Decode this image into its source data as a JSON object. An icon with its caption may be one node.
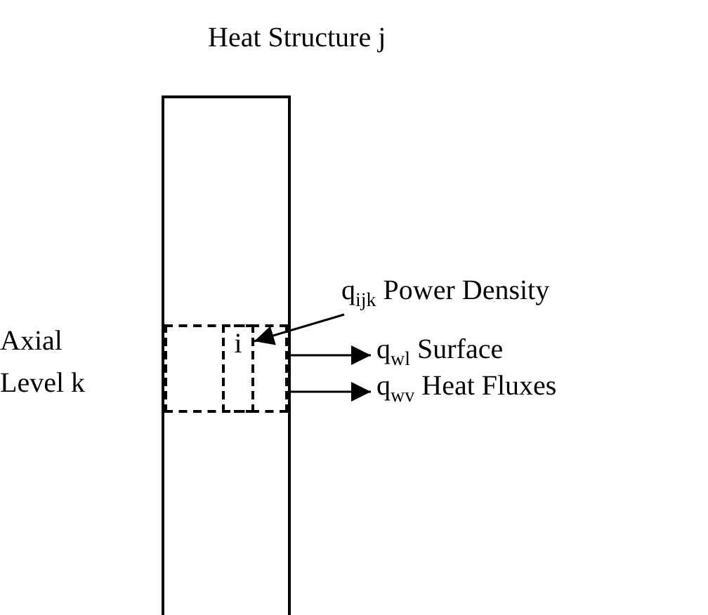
{
  "diagram": {
    "nodes": [
      {
        "text": [
          "Heat Structure j"
        ]
      },
      {
        "text": [
          "Axial Level k"
        ],
        "in": 0
      },
      {
        "text": [
          "i"
        ],
        "in": 1
      },
      {
        "text": [
          "q$_{ijk}$ Power Density"
        ]
      },
      {
        "text": [
          "q$_{wl}$ Surface"
        ]
      },
      {
        "text": [
          "q$_{wv}$ Heat Fluxes"
        ]
      }
    ],
    "edges": [
      {
        "from": 3,
        "to": 2,
        "arrow": "to"
      },
      {
        "from": 1,
        "to": 4,
        "arrow": "to"
      },
      {
        "from": 1,
        "to": 5,
        "arrow": "to"
      }
    ]
  }
}
